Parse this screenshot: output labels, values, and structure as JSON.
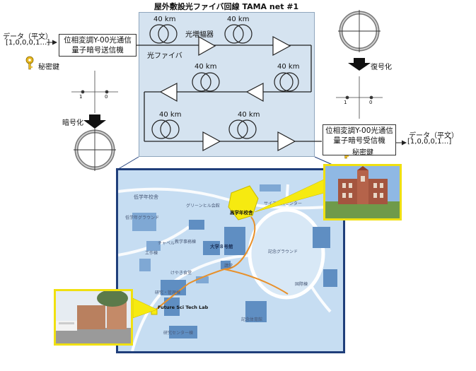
{
  "title": "屋外敷設光ファイバ回線 TAMA net #1",
  "input": {
    "label": "データ（平文）",
    "bits": "[1,0,0,0,1…]",
    "key_label": "秘密鍵"
  },
  "transmitter": {
    "line1": "位相変調Y-00光通信",
    "line2": "量子暗号送信機"
  },
  "receiver": {
    "line1": "位相変調Y-00光通信",
    "line2": "量子暗号受信機",
    "key_label": "秘密鍵"
  },
  "output": {
    "label": "データ（平文）",
    "bits": "[1,0,0,0,1…]"
  },
  "encrypt_label": "暗号化",
  "decrypt_label": "復号化",
  "fiber": {
    "amp_label": "光増幅器",
    "fiber_label": "光ファイバ",
    "spans": [
      "40 km",
      "40 km",
      "40 km",
      "40 km",
      "40 km",
      "40 km"
    ]
  },
  "constellation": {
    "tick_one": "1",
    "tick_zero": "0"
  },
  "map": {
    "labels": {
      "lowgrade": "低学年校舎",
      "green": "グリーンヒル会館",
      "science": "サイエンスセンター",
      "lowground": "低学年グラウンド",
      "chapel": "チャペル",
      "edu": "教学事務棟",
      "daigaku": "大学８号館",
      "memorial": "記念グラウンド",
      "tool": "工作棟",
      "keyaki": "けやき食堂",
      "kenkyu": "研究・管理棟",
      "kinen_gym": "記念体育館",
      "center": "研究センター棟",
      "hall": "講堂",
      "dorm": "国際棟"
    },
    "highschool": "高学年校舎",
    "lab": "Future Sci Tech Lab"
  },
  "colors": {
    "fiber_bg": "#d5e3f0",
    "map_frame": "#1f3e7a",
    "highlight": "#f6ea10",
    "route": "#e8902a"
  }
}
